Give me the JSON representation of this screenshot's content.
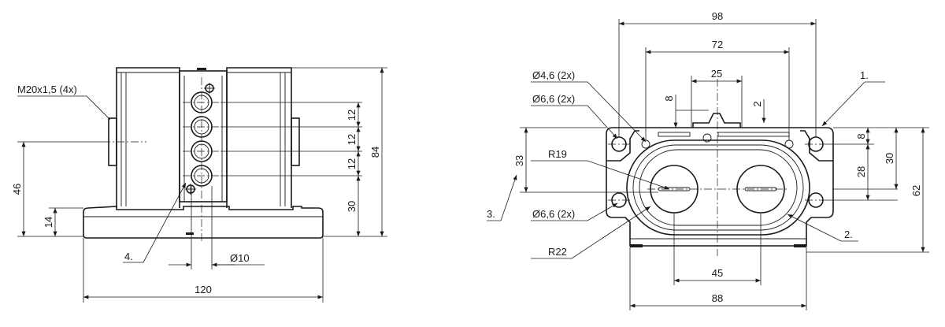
{
  "front_view": {
    "thread_label": "M20x1,5 (4x)",
    "dim_height_total": "84",
    "dim_height_46": "46",
    "dim_height_14": "14",
    "dim_height_30": "30",
    "dim_pitch": [
      "12",
      "12",
      "12"
    ],
    "dim_diameter": "Ø10",
    "dim_width": "120",
    "callout_4": "4."
  },
  "top_view": {
    "dim_98": "98",
    "dim_72": "72",
    "dim_25": "25",
    "dim_8_top": "8",
    "dim_2": "2",
    "hole_46": "Ø4,6 (2x)",
    "hole_66_top": "Ø6,6 (2x)",
    "hole_66_bottom": "Ø6,6 (2x)",
    "radius_19": "R19",
    "radius_22": "R22",
    "dim_33": "33",
    "dim_8_right": "8",
    "dim_30": "30",
    "dim_28": "28",
    "dim_62": "62",
    "dim_45": "45",
    "dim_88": "88",
    "callout_1": "1.",
    "callout_2": "2.",
    "callout_3": "3."
  }
}
